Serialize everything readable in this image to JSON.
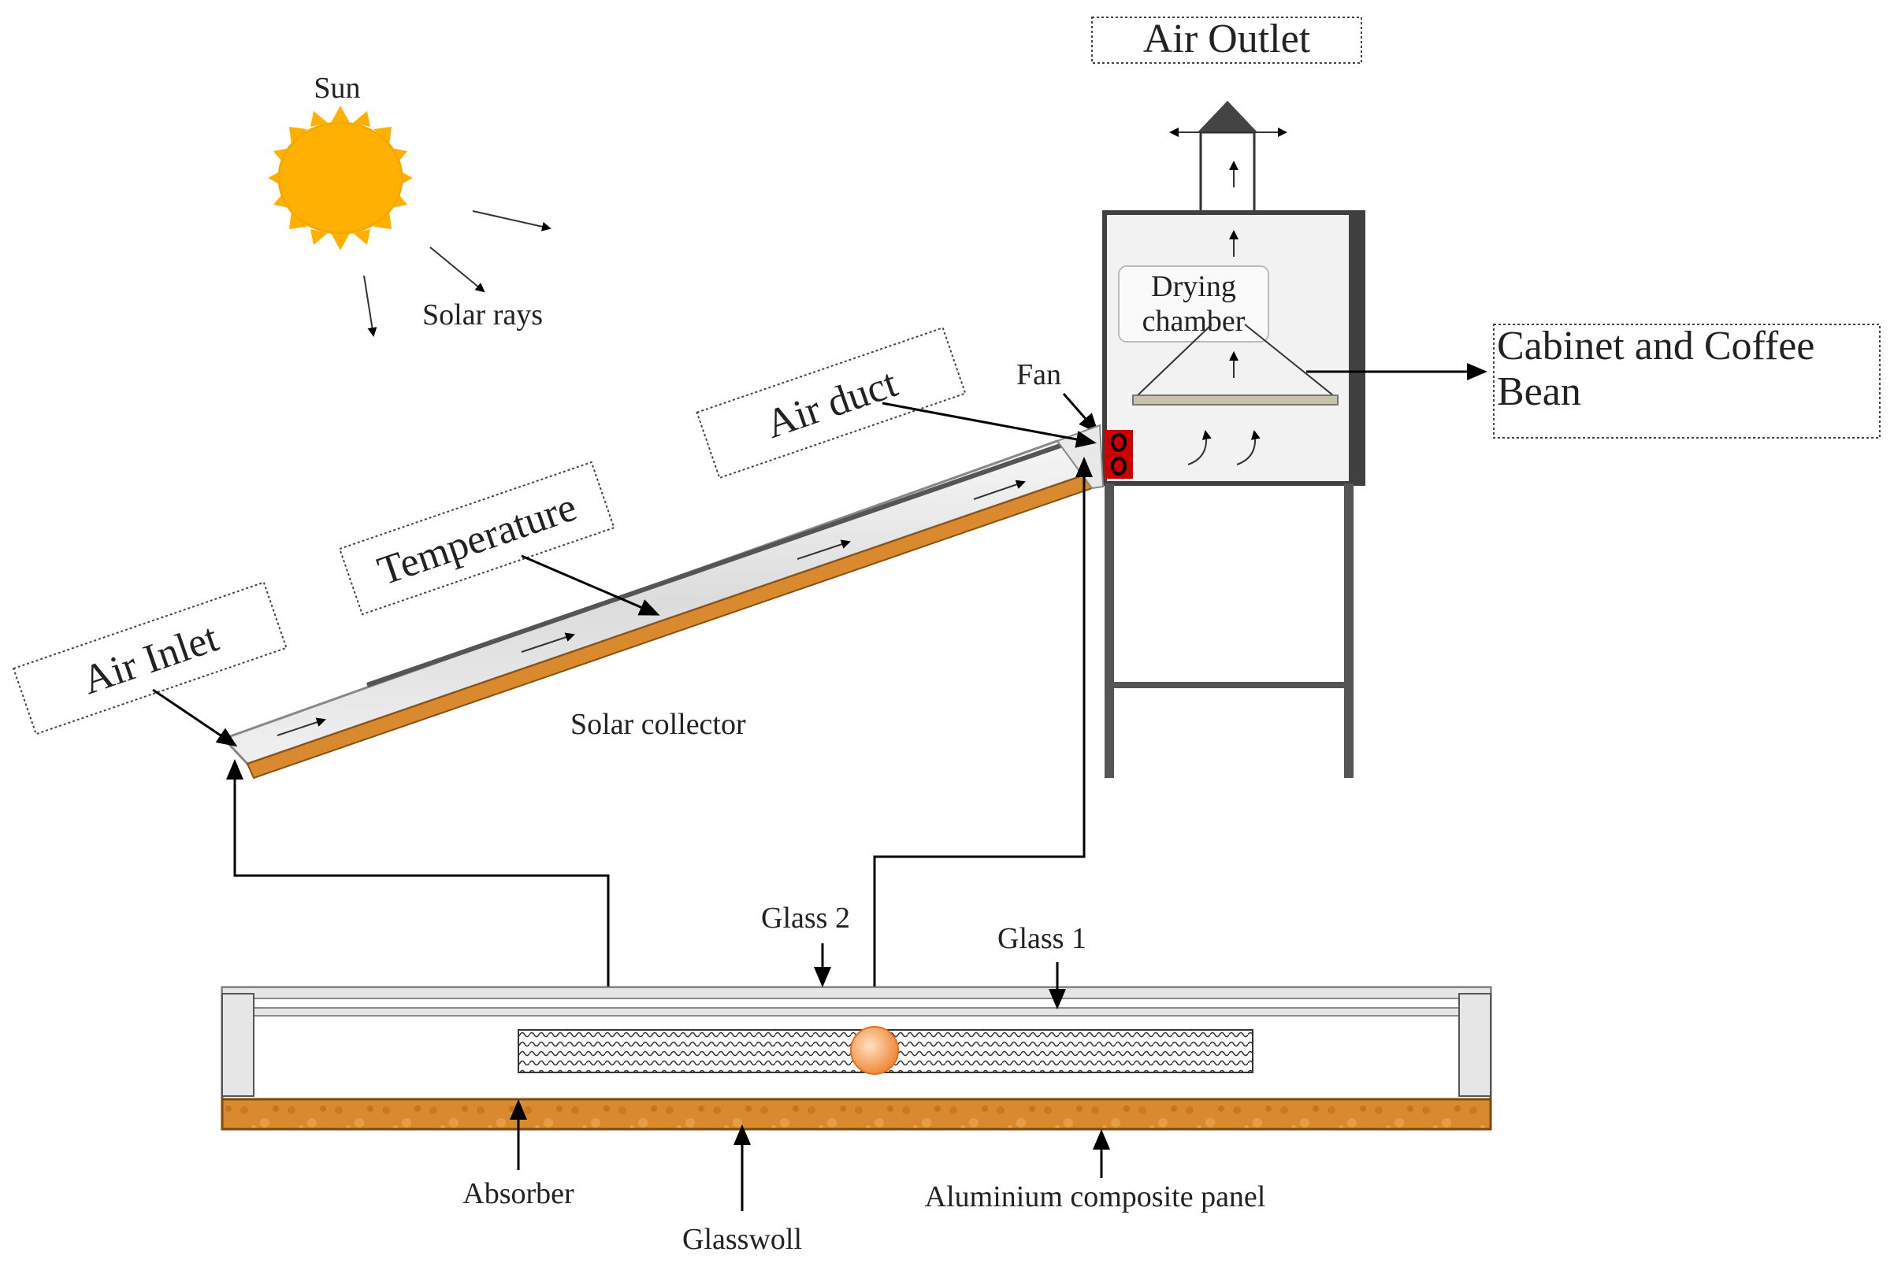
{
  "labels": {
    "air_outlet": "Air Outlet",
    "sun": "Sun",
    "solar_rays": "Solar rays",
    "drying_chamber_line1": "Drying",
    "drying_chamber_line2": "chamber",
    "cabinet_line1": "Cabinet and Coffee",
    "cabinet_line2": "Bean",
    "fan": "Fan",
    "air_duct": "Air duct",
    "temperature": "Temperature",
    "air_inlet": "Air Inlet",
    "solar_collector": "Solar collector",
    "glass2": "Glass 2",
    "glass1": "Glass 1",
    "absorber": "Absorber",
    "glasswoll": "Glasswoll",
    "aluminium_panel": "Aluminium composite panel"
  },
  "colors": {
    "sun": "#FFB000",
    "sun_edge": "#F7A800",
    "absorber": "#D98A2E",
    "absorber_dark": "#B56A18",
    "fan": "#CC0000",
    "sensor": "#F4A460",
    "glass": "#E6E6E6",
    "frame": "#404040"
  }
}
